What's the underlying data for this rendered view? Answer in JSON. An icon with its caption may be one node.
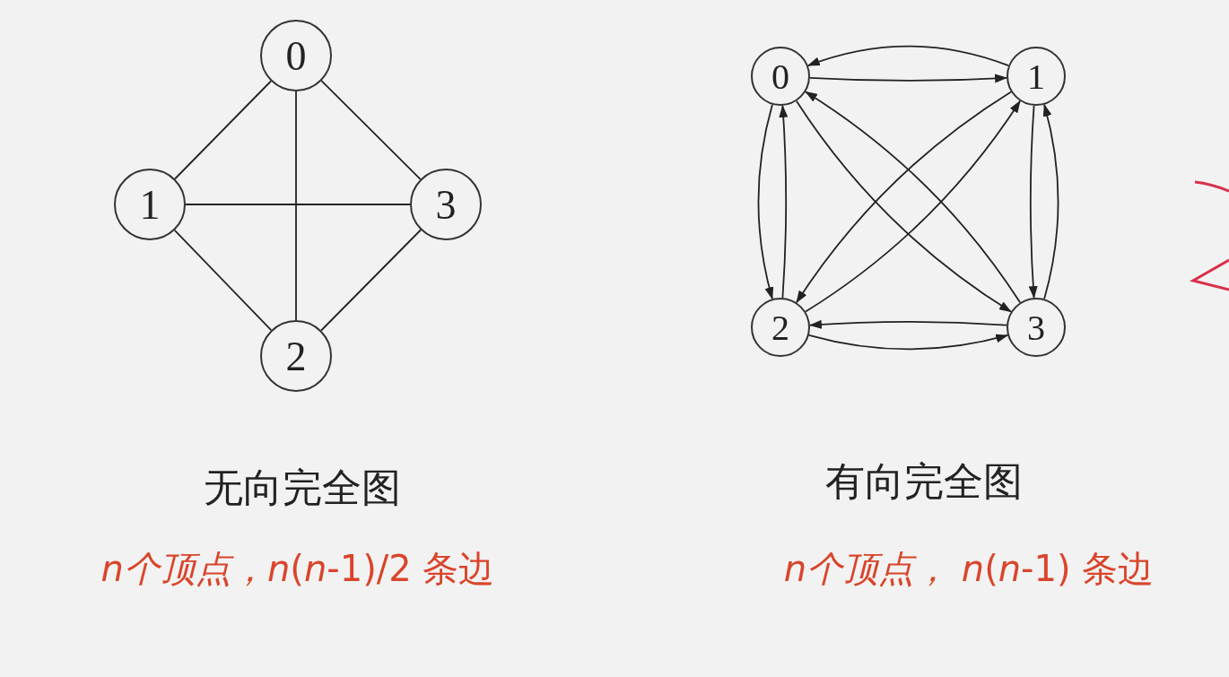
{
  "diagram": {
    "nodes": [
      {
        "text": [
          "0"
        ]
      },
      {
        "text": [
          "1"
        ]
      },
      {
        "text": [
          "3"
        ]
      },
      {
        "text": [
          "2"
        ]
      },
      {
        "text": [
          "0"
        ]
      },
      {
        "text": [
          "1"
        ]
      },
      {
        "text": [
          "2"
        ]
      },
      {
        "text": [
          "3"
        ]
      }
    ],
    "edges": [
      {
        "from": 0,
        "to": 1,
        "arrow": "none"
      },
      {
        "from": 0,
        "to": 2,
        "arrow": "none"
      },
      {
        "from": 0,
        "to": 3,
        "arrow": "none"
      },
      {
        "from": 1,
        "to": 2,
        "arrow": "none"
      },
      {
        "from": 1,
        "to": 3,
        "arrow": "none"
      },
      {
        "from": 3,
        "to": 2,
        "arrow": "none"
      },
      {
        "from": 4,
        "to": 5,
        "arrow": "to"
      },
      {
        "from": 5,
        "to": 4,
        "arrow": "to"
      },
      {
        "from": 4,
        "to": 6,
        "arrow": "to"
      },
      {
        "from": 6,
        "to": 4,
        "arrow": "to"
      },
      {
        "from": 5,
        "to": 7,
        "arrow": "to"
      },
      {
        "from": 7,
        "to": 5,
        "arrow": "to"
      },
      {
        "from": 6,
        "to": 7,
        "arrow": "to"
      },
      {
        "from": 7,
        "to": 6,
        "arrow": "to"
      },
      {
        "from": 4,
        "to": 7,
        "arrow": "to"
      },
      {
        "from": 7,
        "to": 4,
        "arrow": "to"
      },
      {
        "from": 5,
        "to": 6,
        "arrow": "to"
      },
      {
        "from": 6,
        "to": 5,
        "arrow": "to"
      }
    ],
    "labels": [
      "无向完全图",
      "*n个顶点，n*(*n*-1)/2 条边",
      "有向完全图",
      "*n个顶点，  n*(*n*-1) 条边"
    ]
  }
}
